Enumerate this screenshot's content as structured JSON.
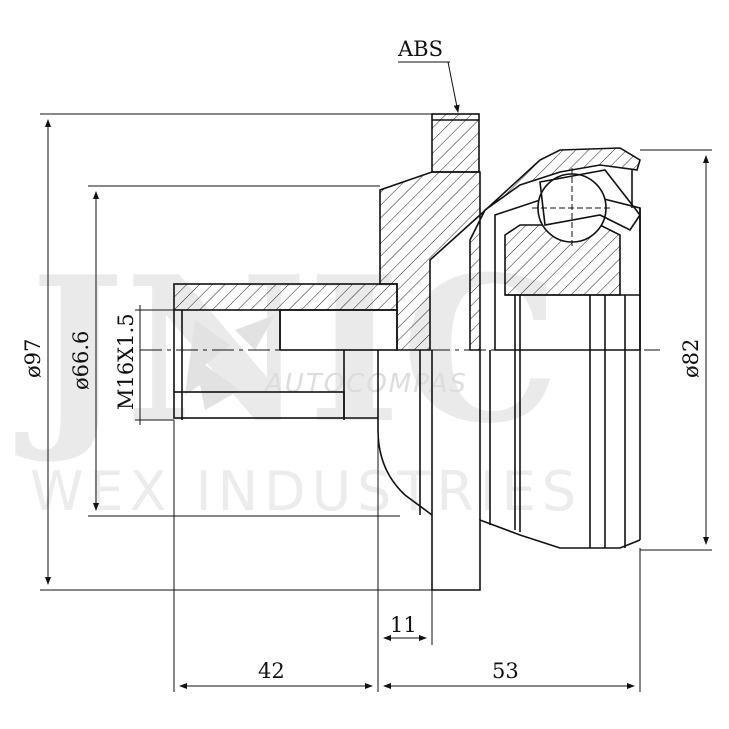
{
  "labels": {
    "abs": "ABS",
    "outer_diameter": "ø97",
    "seal_diameter": "ø66.6",
    "thread": "M16X1.5",
    "bell_diameter": "ø82",
    "shoulder_width": "11",
    "stem_length": "42",
    "body_length": "53"
  },
  "watermark": {
    "logo_text": "AUTOCOMPAS",
    "company_text": "WEX INDUSTRIES",
    "brand_letters": "JNIC"
  },
  "colors": {
    "line": "#111111",
    "watermark": "#e6e6e6"
  }
}
